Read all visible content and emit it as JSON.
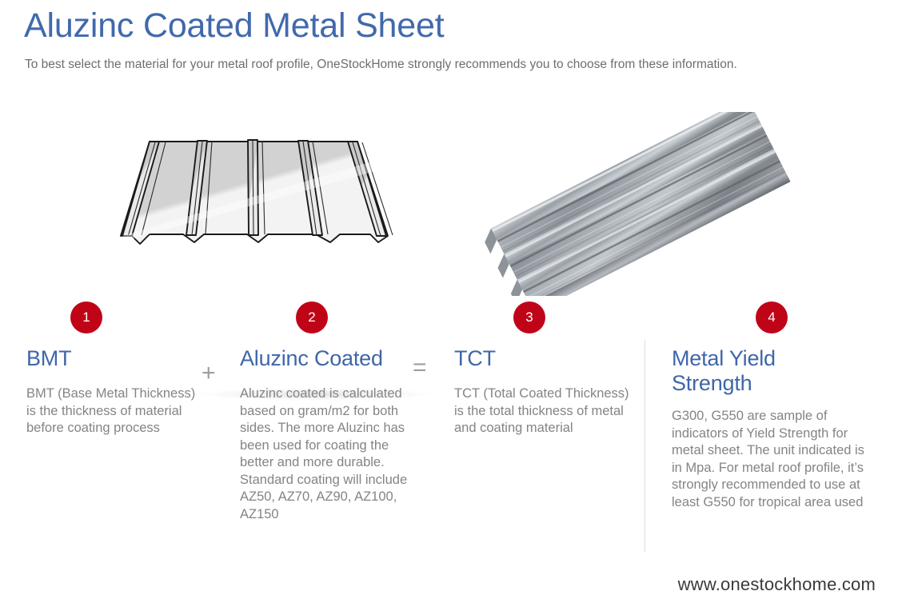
{
  "header": {
    "title": "Aluzinc Coated Metal Sheet",
    "subtitle": "To best select the material for your metal roof profile, OneStockHome strongly recommends you to choose from these information."
  },
  "illustrations": [
    {
      "name": "metal-roof-sheet-line-drawing",
      "alt": "White corrugated trapezoidal metal roof sheet line drawing"
    },
    {
      "name": "metal-roof-sheet-photo",
      "alt": "Gray aluzinc coated metal roof sheet photograph at an angle"
    }
  ],
  "operators": [
    {
      "symbol": "+",
      "name": "plus-operator"
    },
    {
      "symbol": "=",
      "name": "equals-operator"
    }
  ],
  "columns": [
    {
      "badge": "1",
      "heading": "BMT",
      "body": "BMT (Base Metal Thickness) is the thickness of material before coating process"
    },
    {
      "badge": "2",
      "heading": "Aluzinc Coated",
      "body": "Aluzinc coated is calculated based on gram/m2 for both sides. The more Aluzinc has been used for coating the better and more durable. Standard coating will include AZ50, AZ70, AZ90, AZ100, AZ150"
    },
    {
      "badge": "3",
      "heading": "TCT",
      "body": "TCT (Total Coated Thickness) is the total thickness of metal and coating material"
    },
    {
      "badge": "4",
      "heading": "Metal Yield Strength",
      "body": "G300, G550 are sample of indicators of Yield Strength for metal sheet. The unit indicated is in Mpa. For metal roof profile, it’s strongly recommended to use at least G550 for tropical area used"
    }
  ],
  "footer": {
    "url": "www.onestockhome.com"
  },
  "colors": {
    "title_blue": "#4169ac",
    "heading_blue": "#3f66a8",
    "body_gray": "#848484",
    "subtitle_gray": "#6e6e6e",
    "badge_red": "#c00418",
    "divider_gray": "#dcdcdc",
    "background": "#ffffff"
  }
}
